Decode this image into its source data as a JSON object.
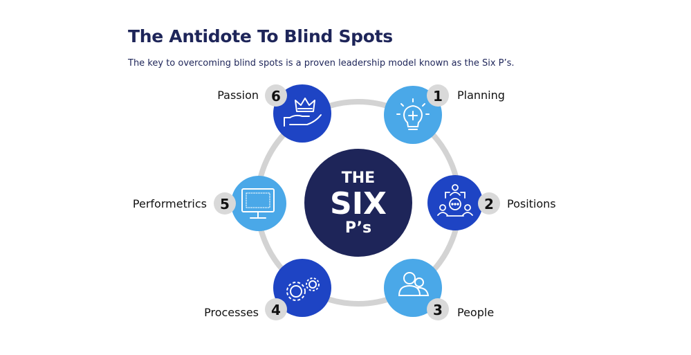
{
  "header": {
    "title": "The Antidote To Blind Spots",
    "subtitle": "The key to overcoming blind spots is a proven leadership model known as the Six P’s."
  },
  "center": {
    "line1": "THE",
    "line2": "SIX",
    "line3": "P’s"
  },
  "nodes": [
    {
      "number": "1",
      "label": "Planning",
      "icon": "lightbulb-icon",
      "color": "#4aa8e8"
    },
    {
      "number": "2",
      "label": "Positions",
      "icon": "org-chart-icon",
      "color": "#1e44c4"
    },
    {
      "number": "3",
      "label": "People",
      "icon": "people-icon",
      "color": "#4aa8e8"
    },
    {
      "number": "4",
      "label": "Processes",
      "icon": "gears-icon",
      "color": "#1e44c4"
    },
    {
      "number": "5",
      "label": "Performetrics",
      "icon": "monitor-icon",
      "color": "#4aa8e8"
    },
    {
      "number": "6",
      "label": "Passion",
      "icon": "crown-hand-icon",
      "color": "#1e44c4"
    }
  ],
  "colors": {
    "navy": "#1e2559",
    "ring": "#d3d3d3",
    "badge": "#d9d9d9"
  }
}
